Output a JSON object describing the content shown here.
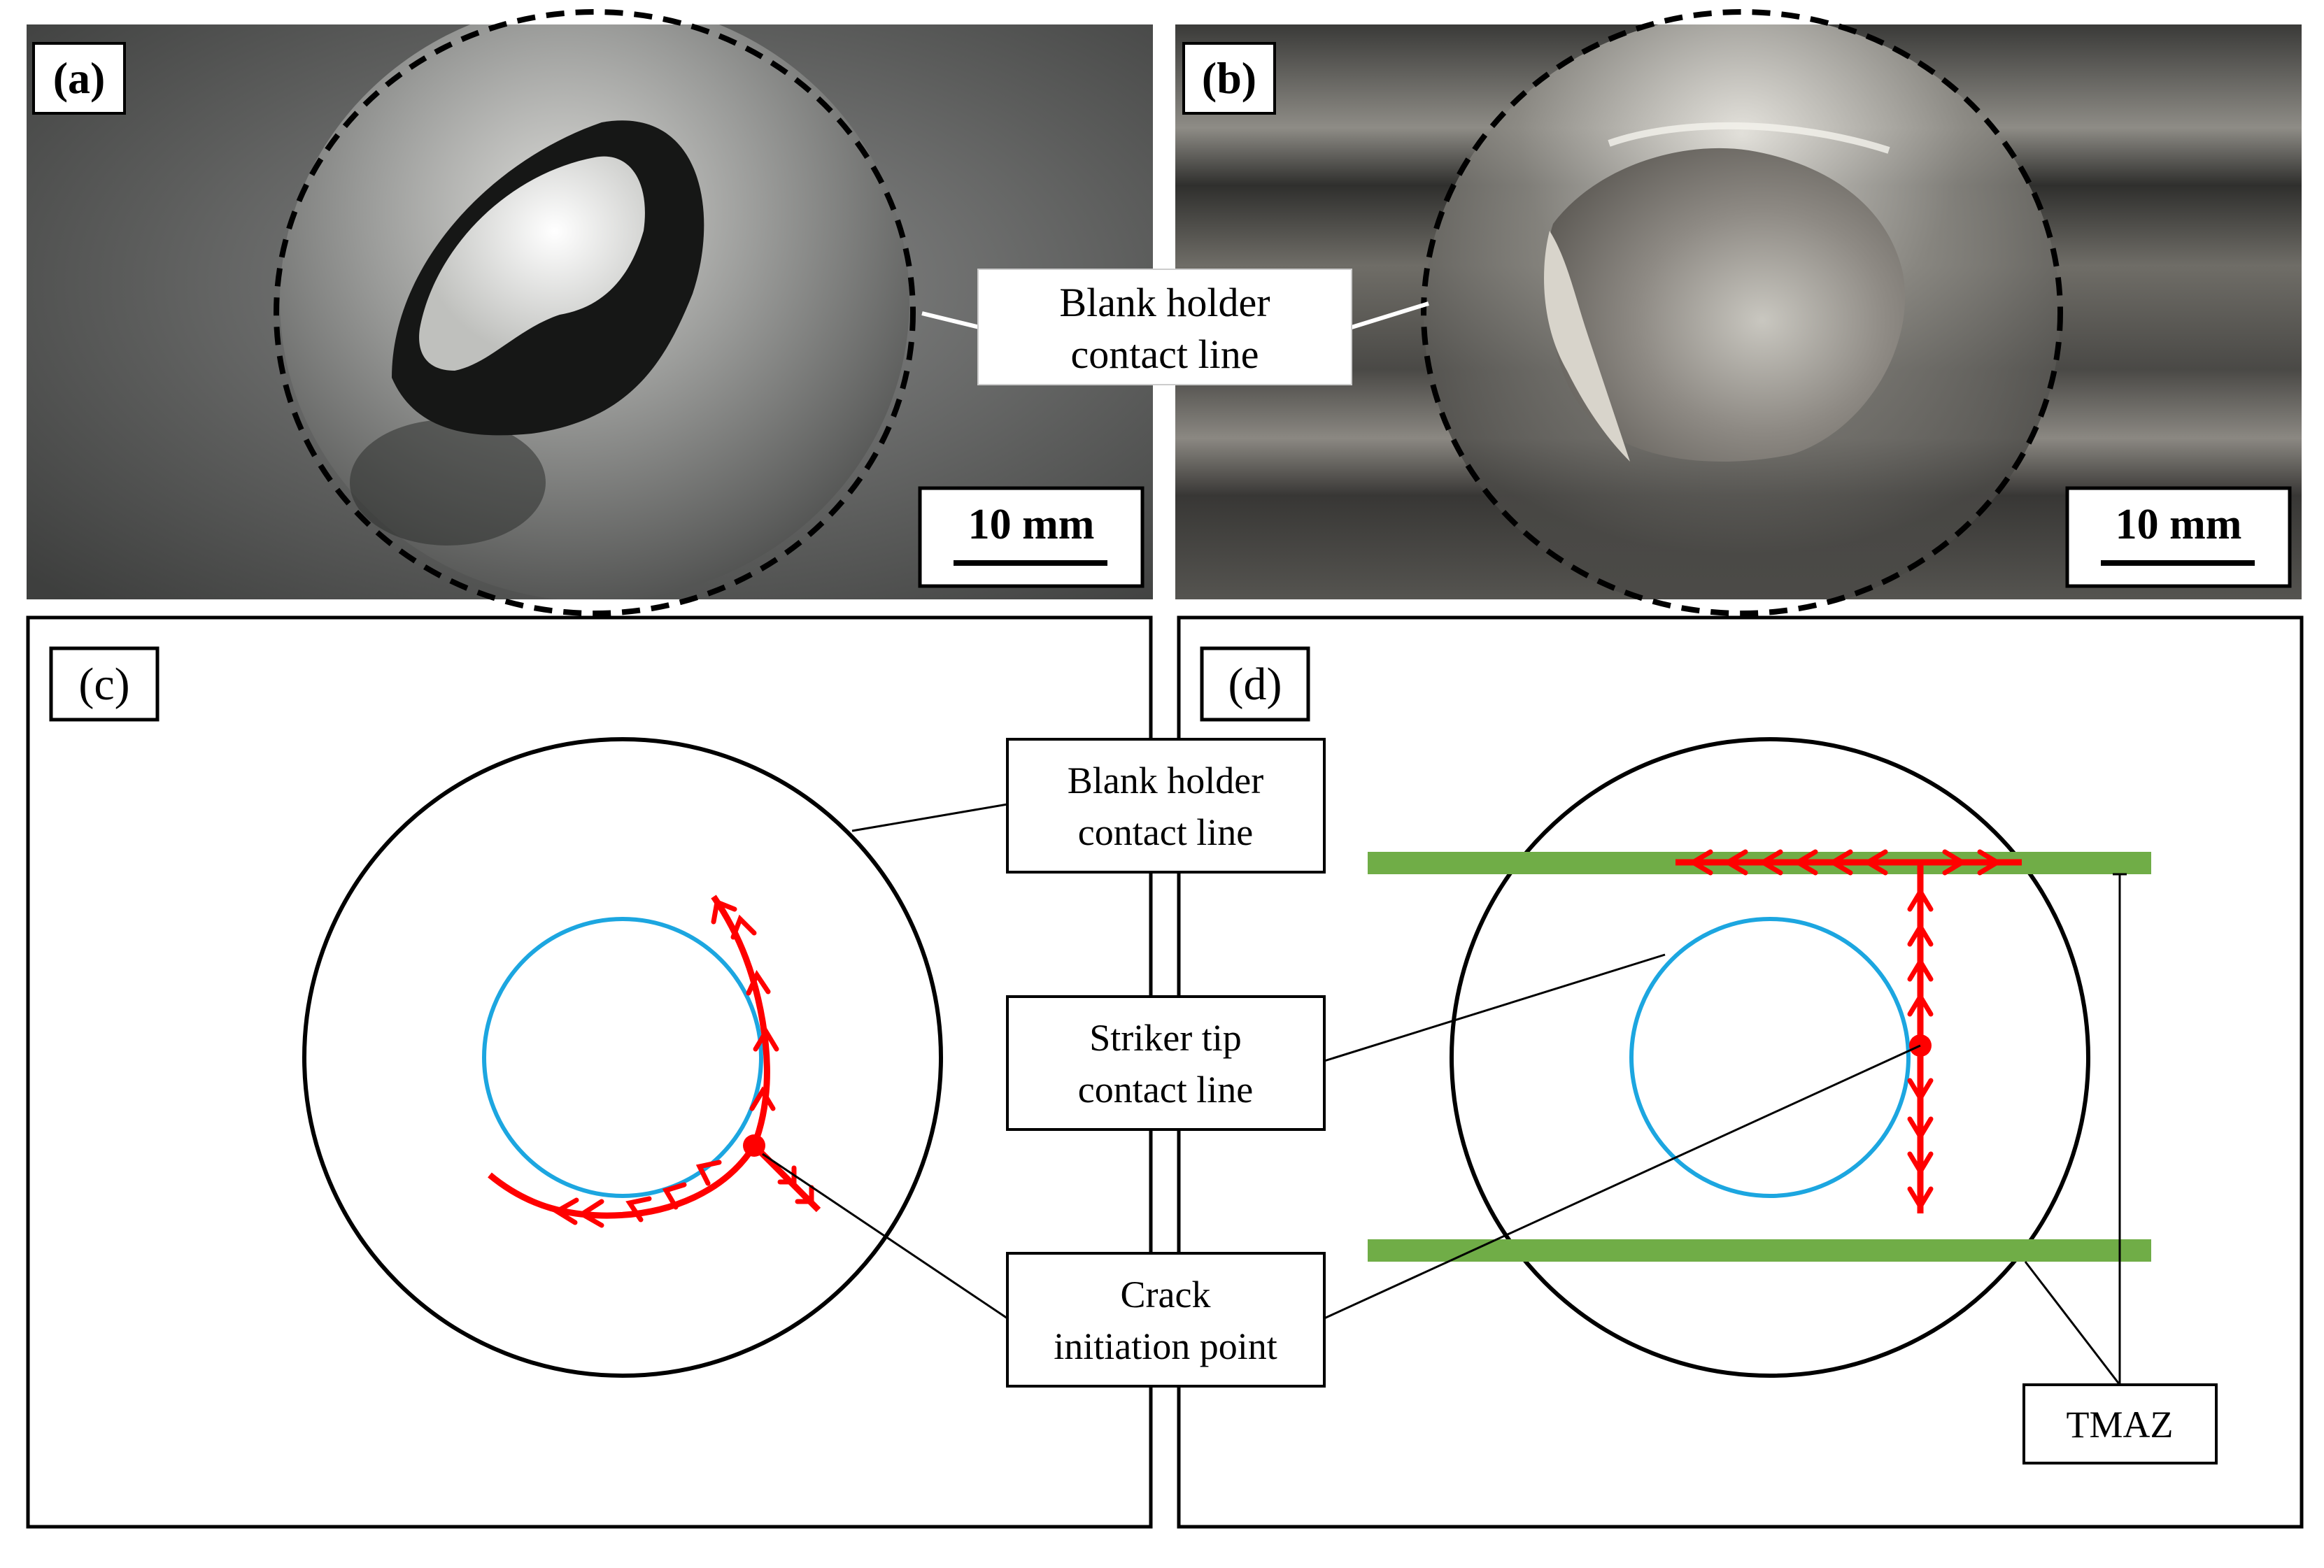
{
  "panels": {
    "a": {
      "label": "(a)",
      "scale_bar": "10 mm"
    },
    "b": {
      "label": "(b)",
      "scale_bar": "10 mm"
    },
    "c": {
      "label": "(c)"
    },
    "d": {
      "label": "(d)"
    }
  },
  "callouts": {
    "top_blank_holder": [
      "Blank holder",
      "contact line"
    ],
    "blank_holder": [
      "Blank holder",
      "contact line"
    ],
    "striker_tip": [
      "Striker tip",
      "contact line"
    ],
    "crack_initiation": [
      "Crack",
      "initiation point"
    ],
    "tmaz": "TMAZ"
  },
  "colors": {
    "crack_path": "#ff0000",
    "striker_circle": "#1ca6e0",
    "tmaz_band": "#70ad47",
    "outline": "#000000"
  }
}
